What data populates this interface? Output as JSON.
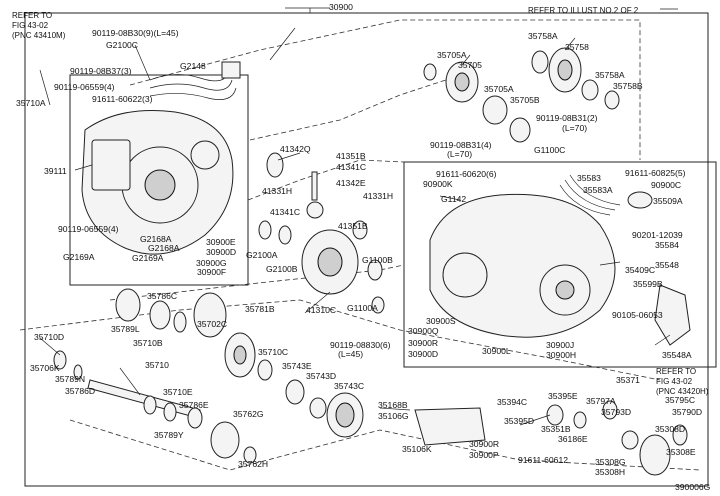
{
  "diagram": {
    "assembly_number": "30900",
    "drawing_id": "390006G",
    "refer_top_left": [
      "REFER TO",
      "FIG 43-02",
      "(PNC 43410M)"
    ],
    "refer_top_right": "REFER TO ILLUST NO.2 OF 2",
    "refer_right": [
      "REFER TO",
      "FIG 43-02",
      "(PNC 43420H)"
    ],
    "labels": [
      "90119-08B30(9)(L=45)",
      "G2100C",
      "35710A",
      "90119-08B37(3)",
      "G2148",
      "90119-06559(4)",
      "91611-60622(3)",
      "39111",
      "35705A",
      "35705",
      "35758A",
      "35758",
      "35758A",
      "35758B",
      "35705A",
      "35705B",
      "90119-08B31(2)",
      "(L=70)",
      "90119-08B31(4)",
      "(L=70)",
      "G1100C",
      "41342Q",
      "41351B",
      "41341C",
      "41331H",
      "41342E",
      "35583",
      "91611-60825(5)",
      "35583A",
      "90900C",
      "91611-60620(6)",
      "90900K",
      "G1142",
      "35509A",
      "41341C",
      "41351B",
      "41331H",
      "90201-12039",
      "35584",
      "90119-06559(4)",
      "G2168A",
      "30900E",
      "30900D",
      "30900G",
      "G2168A",
      "30900F",
      "G2169A",
      "G2169A",
      "G2100A",
      "G2100B",
      "G1100B",
      "35409C",
      "35548",
      "35599B",
      "35786C",
      "35781B",
      "41310C",
      "G1100A",
      "35789L",
      "35702C",
      "90105-06053",
      "35710B",
      "35710D",
      "35710C",
      "90119-08830(6)",
      "(L=45)",
      "30900S",
      "30900Q",
      "30900R",
      "30900D",
      "30900L",
      "30900J",
      "30900H",
      "35548A",
      "35706K",
      "35789N",
      "35786D",
      "35743E",
      "35743D",
      "35710",
      "35743C",
      "35371",
      "35710E",
      "35786E",
      "35762G",
      "35789Y",
      "35762H",
      "35168B",
      "35106G",
      "35394C",
      "35395E",
      "35797A",
      "35793D",
      "35795C",
      "35790D",
      "35351B",
      "36186E",
      "35308D",
      "35395D",
      "35106K",
      "30900R",
      "30900P",
      "91611-60612",
      "35308G",
      "35308H",
      "35308E"
    ]
  }
}
